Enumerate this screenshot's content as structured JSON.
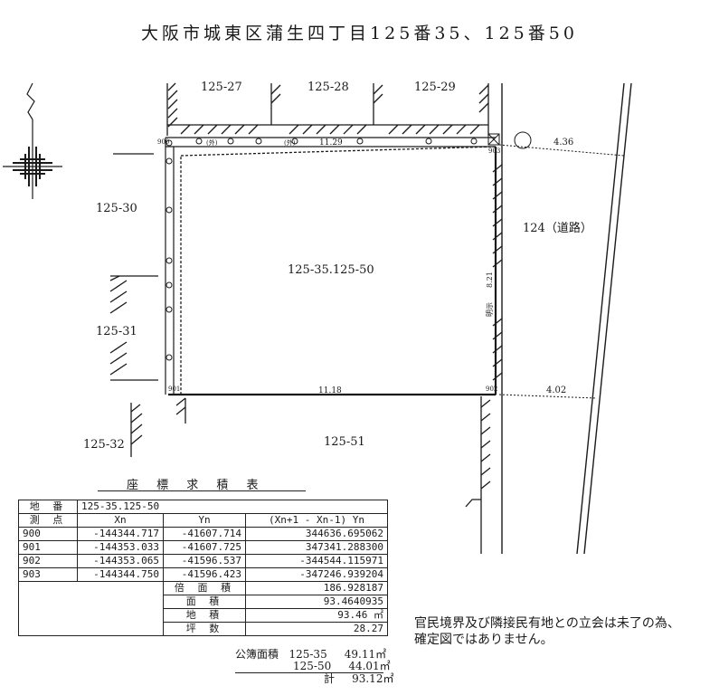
{
  "title": "大阪市城東区蒲生四丁目125番35、125番50",
  "map": {
    "parcels": {
      "north_1": "125-27",
      "north_2": "125-28",
      "north_3": "125-29",
      "west_1": "125-30",
      "west_2": "125-31",
      "southwest": "125-32",
      "south": "125-51",
      "road": "124（道路）",
      "subject": "125-35.125-50"
    },
    "points": {
      "p900": "900",
      "p901": "901",
      "p902": "902",
      "p903": "903"
    },
    "dimensions": {
      "north": "11.29",
      "south": "11.18",
      "east": "8.21",
      "road_top": "4.36",
      "road_bottom": "4.02"
    },
    "marks": {
      "mark_a": "(外)",
      "mark_b": "(外)",
      "east_note": "明示"
    }
  },
  "table": {
    "title": "座 標 求 積 表",
    "parcel_label": "地 番",
    "parcel_value": "125-35.125-50",
    "headers": {
      "point": "測 点",
      "xn": "Xn",
      "yn": "Yn",
      "calc": "(Xn+1 - Xn-1) Yn"
    },
    "rows": [
      {
        "point": "900",
        "xn": "-144344.717",
        "yn": "-41607.714",
        "calc": "344636.695062"
      },
      {
        "point": "901",
        "xn": "-144353.033",
        "yn": "-41607.725",
        "calc": "347341.288300"
      },
      {
        "point": "902",
        "xn": "-144353.065",
        "yn": "-41596.537",
        "calc": "-344544.115971"
      },
      {
        "point": "903",
        "xn": "-144344.750",
        "yn": "-41596.423",
        "calc": "-347246.939204"
      }
    ],
    "summary": [
      {
        "label": "倍 面 積",
        "value": "186.928187"
      },
      {
        "label": "面 積",
        "value": "93.4640935"
      },
      {
        "label": "地 積",
        "value": "93.46 ㎡"
      },
      {
        "label": "坪 数",
        "value": "28.27"
      }
    ]
  },
  "public_registry": {
    "label": "公簿面積",
    "rows": [
      {
        "name": "125-35",
        "value": "49.11㎡"
      },
      {
        "name": "125-50",
        "value": "44.01㎡"
      }
    ],
    "total_label": "計",
    "total_value": "93.12㎡"
  },
  "note": {
    "line1": "官民境界及び隣接民有地との立会は未了の為、",
    "line2": "確定図ではありません。"
  }
}
